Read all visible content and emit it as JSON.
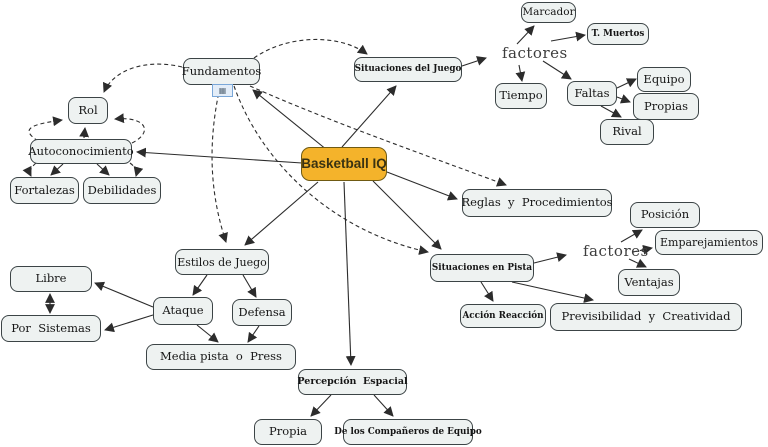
{
  "title": "Basketball IQ concept map",
  "colors": {
    "background": "#ffffff",
    "node_fill": "#eef2f1",
    "node_border": "#3c4446",
    "center_fill": "#f4b32b",
    "center_border": "#6f5a13",
    "arrow": "#2c2c2c",
    "resource_icon_border": "#7aa7d8"
  },
  "nodes": {
    "basketball_iq": {
      "label": "Basketball IQ"
    },
    "fundamentos": {
      "label": "Fundamentos"
    },
    "rol": {
      "label": "Rol"
    },
    "autoconocimiento": {
      "label": "Autoconocimiento"
    },
    "fortalezas": {
      "label": "Fortalezas"
    },
    "debilidades": {
      "label": "Debilidades"
    },
    "situaciones_del_juego": {
      "label": "Situaciones del Juego"
    },
    "marcador": {
      "label": "Marcador"
    },
    "t_muertos": {
      "label": "T. Muertos"
    },
    "tiempo": {
      "label": "Tiempo"
    },
    "faltas": {
      "label": "Faltas"
    },
    "equipo": {
      "label": "Equipo"
    },
    "propias": {
      "label": "Propias"
    },
    "rival": {
      "label": "Rival"
    },
    "reglas": {
      "label": "Reglas  y  Procedimientos"
    },
    "situaciones_en_pista": {
      "label": "Situaciones en Pista"
    },
    "posicion": {
      "label": "Posición"
    },
    "emparejamientos": {
      "label": "Emparejamientos"
    },
    "ventajas": {
      "label": "Ventajas"
    },
    "accion_reaccion": {
      "label": "Acción Reacción"
    },
    "previsibilidad": {
      "label": "Previsibilidad  y  Creatividad"
    },
    "estilos_de_juego": {
      "label": "Estilos de Juego"
    },
    "libre": {
      "label": "Libre"
    },
    "por_sistemas": {
      "label": "Por  Sistemas"
    },
    "ataque": {
      "label": "Ataque"
    },
    "defensa": {
      "label": "Defensa"
    },
    "media_pista": {
      "label": "Media pista  o  Press"
    },
    "percepcion_espacial": {
      "label": "Percepción  Espacial"
    },
    "propia": {
      "label": "Propia"
    },
    "companeros": {
      "label": "De los Compañeros de Equipo"
    },
    "factores_top": {
      "label": "factores"
    },
    "factores_right": {
      "label": "factores"
    }
  },
  "icons": {
    "fundamentos_resource": "resource-icon"
  },
  "edges": [
    {
      "from": "basketball_iq",
      "to": "fundamentos",
      "style": "solid"
    },
    {
      "from": "basketball_iq",
      "to": "situaciones_del_juego",
      "style": "solid"
    },
    {
      "from": "basketball_iq",
      "to": "autoconocimiento",
      "style": "solid"
    },
    {
      "from": "basketball_iq",
      "to": "reglas",
      "style": "solid"
    },
    {
      "from": "basketball_iq",
      "to": "situaciones_en_pista",
      "style": "solid"
    },
    {
      "from": "basketball_iq",
      "to": "estilos_de_juego",
      "style": "solid"
    },
    {
      "from": "basketball_iq",
      "to": "percepcion_espacial",
      "style": "solid"
    },
    {
      "from": "autoconocimiento",
      "to": "rol",
      "style": "solid"
    },
    {
      "from": "autoconocimiento",
      "to": "fortalezas",
      "style": "solid"
    },
    {
      "from": "autoconocimiento",
      "to": "debilidades",
      "style": "solid"
    },
    {
      "from": "situaciones_del_juego",
      "to": "factores_top",
      "style": "solid"
    },
    {
      "from": "factores_top",
      "to": "marcador",
      "style": "solid"
    },
    {
      "from": "factores_top",
      "to": "t_muertos",
      "style": "solid"
    },
    {
      "from": "factores_top",
      "to": "tiempo",
      "style": "solid"
    },
    {
      "from": "factores_top",
      "to": "faltas",
      "style": "solid"
    },
    {
      "from": "faltas",
      "to": "equipo",
      "style": "solid"
    },
    {
      "from": "faltas",
      "to": "propias",
      "style": "solid"
    },
    {
      "from": "faltas",
      "to": "rival",
      "style": "solid"
    },
    {
      "from": "estilos_de_juego",
      "to": "ataque",
      "style": "solid"
    },
    {
      "from": "estilos_de_juego",
      "to": "defensa",
      "style": "solid"
    },
    {
      "from": "ataque",
      "to": "libre",
      "style": "solid"
    },
    {
      "from": "ataque",
      "to": "por_sistemas",
      "style": "solid"
    },
    {
      "from": "ataque",
      "to": "media_pista",
      "style": "solid"
    },
    {
      "from": "defensa",
      "to": "media_pista",
      "style": "solid"
    },
    {
      "from": "situaciones_en_pista",
      "to": "factores_right",
      "style": "solid"
    },
    {
      "from": "situaciones_en_pista",
      "to": "accion_reaccion",
      "style": "solid"
    },
    {
      "from": "situaciones_en_pista",
      "to": "previsibilidad",
      "style": "solid"
    },
    {
      "from": "factores_right",
      "to": "posicion",
      "style": "solid"
    },
    {
      "from": "factores_right",
      "to": "ventajas",
      "style": "solid"
    },
    {
      "from": "percepcion_espacial",
      "to": "propia",
      "style": "solid"
    },
    {
      "from": "percepcion_espacial",
      "to": "companeros",
      "style": "solid"
    },
    {
      "from": "fundamentos",
      "to": "rol",
      "style": "dashed"
    },
    {
      "from": "fundamentos",
      "to": "situaciones_del_juego",
      "style": "dashed"
    },
    {
      "from": "fundamentos",
      "to": "reglas",
      "style": "dashed"
    },
    {
      "from": "fundamentos",
      "to": "situaciones_en_pista",
      "style": "dashed"
    },
    {
      "from": "fundamentos",
      "to": "estilos_de_juego",
      "style": "dashed"
    },
    {
      "from": "autoconocimiento",
      "to": "rol",
      "style": "dashed-left-loop"
    },
    {
      "from": "autoconocimiento",
      "to": "rol",
      "style": "dashed-right-loop"
    },
    {
      "from": "autoconocimiento",
      "to": "fortalezas",
      "style": "dashed"
    },
    {
      "from": "autoconocimiento",
      "to": "debilidades",
      "style": "dashed"
    },
    {
      "from": "factores_right",
      "to": "emparejamientos",
      "style": "dashed"
    },
    {
      "from": "libre",
      "to": "por_sistemas",
      "style": "dashed-bidirectional"
    }
  ]
}
